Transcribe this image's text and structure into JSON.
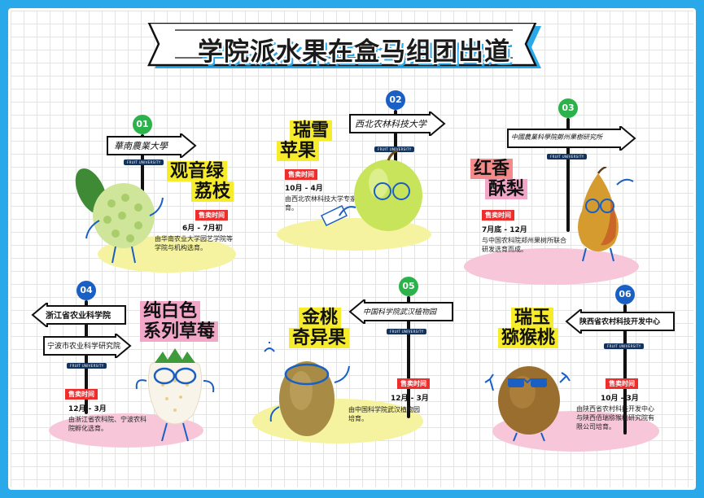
{
  "title": "学院派水果在盒马组团出道",
  "tag_text": "FRUIT UNIVERSITY",
  "season_label": "售卖时间",
  "colors": {
    "frame": "#29a9ea",
    "green_badge": "#2bb24a",
    "blue_badge": "#1a5fc4",
    "sale_red": "#ee2d2d"
  },
  "fruits": [
    {
      "number": "01",
      "sign": "華南農業大學",
      "name_lines": [
        "观音绿",
        "荔枝"
      ],
      "season": "6月 - 7月初",
      "description": "由华南农业大学园艺学院等学院与机构选育。",
      "icon": "lychee-icon"
    },
    {
      "number": "02",
      "sign": "西北农林科技大学",
      "name_lines": [
        "瑞雪",
        "苹果"
      ],
      "season": "10月 - 4月",
      "description": "由西北农林科技大学专家培育。",
      "icon": "apple-icon"
    },
    {
      "number": "03",
      "sign": "中國農業科學院鄭州果樹研究所",
      "name_lines": [
        "红香",
        "酥梨"
      ],
      "season": "7月底 - 12月",
      "description": "与中国农科院郑州果树所联合研发选育而成。",
      "icon": "pear-icon"
    },
    {
      "number": "04",
      "sign": "浙江省农业科学院",
      "sign2": "宁波市农业科学研究院",
      "name_lines": [
        "纯白色",
        "系列草莓"
      ],
      "season": "12月 - 3月",
      "description": "由浙江省农科院、宁波农科院孵化选育。",
      "icon": "strawberry-icon"
    },
    {
      "number": "05",
      "sign": "中国科学院武汉植物园",
      "name_lines": [
        "金桃",
        "奇异果"
      ],
      "season": "12月 - 3月",
      "description": "由中国科学院武汉植物园培育。",
      "icon": "kiwi-icon"
    },
    {
      "number": "06",
      "sign": "陕西省农村科技开发中心",
      "name_lines": [
        "瑞玉",
        "猕猴桃"
      ],
      "season": "10月 - 3月",
      "description": "由陕西省农村科技开发中心与陕西佰瑞猕猴桃研究院有限公司培育。",
      "icon": "kiwifruit-icon"
    }
  ]
}
